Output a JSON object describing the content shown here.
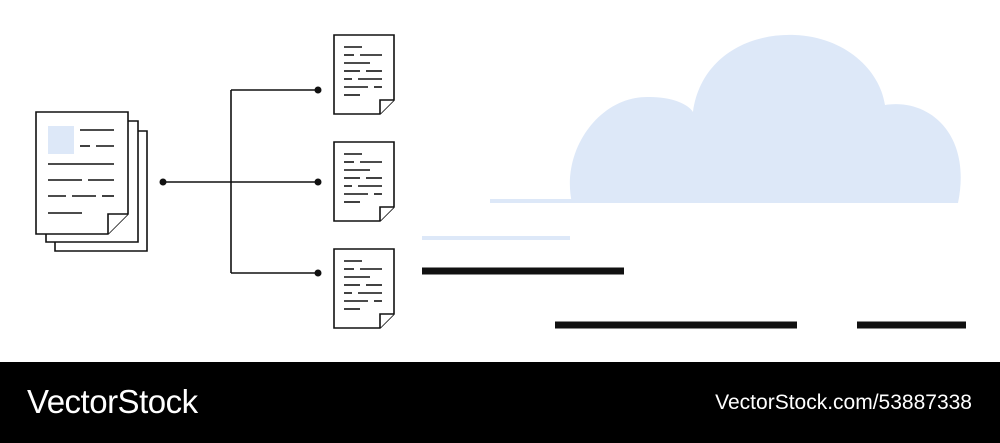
{
  "colors": {
    "background": "#ffffff",
    "line": "#111111",
    "accent_light_blue": "#dde8f8",
    "footer_background": "#000000",
    "footer_text": "#ffffff"
  },
  "icons": {
    "source": "document-stack-icon",
    "targets": [
      "document-icon",
      "document-icon",
      "document-icon"
    ],
    "background": "cloud-shape"
  },
  "footer": {
    "logo_text": "VectorStock",
    "image_id_text": "VectorStock.com/53887338"
  }
}
